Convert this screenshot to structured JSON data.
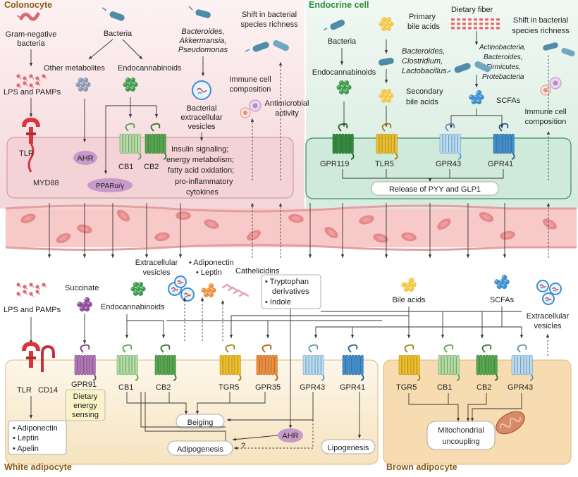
{
  "titles": {
    "colonocyte": "Colonocyte",
    "endocrine": "Endocrine cell",
    "white": "White adipocyte",
    "brown": "Brown adipocyte"
  },
  "colonocyte": {
    "gram_neg": [
      "Gram-negative",
      "bacteria"
    ],
    "lps": "LPS and PAMPs",
    "tlr": "TLR",
    "myd88": "MYD88",
    "bacteria": "Bacteria",
    "other_metabolites": "Other metabolites",
    "endocannabinoids": "Endocannabinoids",
    "ahr": "AHR",
    "ppar": "PPARα/γ",
    "cb1": "CB1",
    "cb2": "CB2",
    "species": [
      "Bacteroides,",
      "Akkermansia,",
      "Pseudomonas"
    ],
    "bev": [
      "Bacterial",
      "extracellular",
      "vesicles"
    ],
    "effects": [
      "Insulin signaling;",
      "energy metabolism;",
      "fatty acid oxidation;",
      "pro-inflammatory",
      "cytokines"
    ],
    "shift": [
      "Shift in bacterial",
      "species richness"
    ],
    "immune": [
      "Immune cell",
      "composition"
    ],
    "antimicrobial": [
      "Antimicrobial",
      "activity"
    ]
  },
  "endocrine": {
    "bacteria": "Bacteria",
    "endocannabinoids": "Endocannabinoids",
    "primary_ba": [
      "Primary",
      "bile acids"
    ],
    "species": [
      "Bacteroides,",
      "Clostridium,",
      "Lactobacillus"
    ],
    "secondary_ba": [
      "Secondary",
      "bile acids"
    ],
    "fiber": "Dietary fiber",
    "shift": [
      "Shift in bacterial",
      "species richness"
    ],
    "phyla": [
      "Actinobacteria,",
      "Bacteroides,",
      "Firmicutes,",
      "Protebacteria"
    ],
    "scfas": "SCFAs",
    "immune": [
      "Immune cell",
      "composition"
    ],
    "receptors": [
      "GPR119",
      "TLR5",
      "GPR43",
      "GPR41"
    ],
    "release": "Release of PYY and GLP1"
  },
  "circulation": {
    "lps": "LPS and PAMPs",
    "succinate": "Succinate",
    "endocannabinoids": "Endocannabinoids",
    "ev": [
      "Extracellular",
      "vesicles"
    ],
    "adipokines": [
      "• Adiponectin",
      "• Leptin"
    ],
    "cathelicidins": "Cathelicidins",
    "tryptophan": [
      "• Tryptophan",
      "derivatives",
      "• Indole"
    ],
    "bile_acids": "Bile acids",
    "scfas": "SCFAs",
    "ev_right": [
      "Extracellular",
      "vesicles"
    ]
  },
  "white": {
    "tlr": "TLR",
    "cd14": "CD14",
    "gpr91": "GPR91",
    "sensing": [
      "Dietary",
      "energy",
      "sensing"
    ],
    "receptors": [
      "CB1",
      "CB2",
      "TGR5",
      "GPR35",
      "GPR43",
      "GPR41"
    ],
    "adipokines": [
      "• Adiponectin",
      "• Leptin",
      "• Apelin"
    ],
    "beiging": "Beiging",
    "ahr": "AHR",
    "adipogenesis": "Adipogenesis",
    "q": "?",
    "lipogenesis": "Lipogenesis"
  },
  "brown": {
    "receptors": [
      "TGR5",
      "CB1",
      "CB2",
      "GPR43"
    ],
    "mito": [
      "Mitochondrial",
      "uncoupling"
    ]
  },
  "colors": {
    "colonocyte_bg": "#f8e4e6",
    "endocrine_bg": "#e0f1e8",
    "adipo_bg": "#f8e8c8",
    "vessel": "#f2c2c2",
    "rbc": "#e58a8c",
    "green_dark": "#2e8b3a",
    "green_light": "#9fd18f",
    "yellow": "#f0c02c",
    "blue_light": "#a9d3ee",
    "blue": "#3f8fd0",
    "orange": "#ee8e3c",
    "purple": "#9c5aa5",
    "red": "#d9353c",
    "title_brown": "#8a5a12",
    "title_green": "#2e8b3a"
  }
}
